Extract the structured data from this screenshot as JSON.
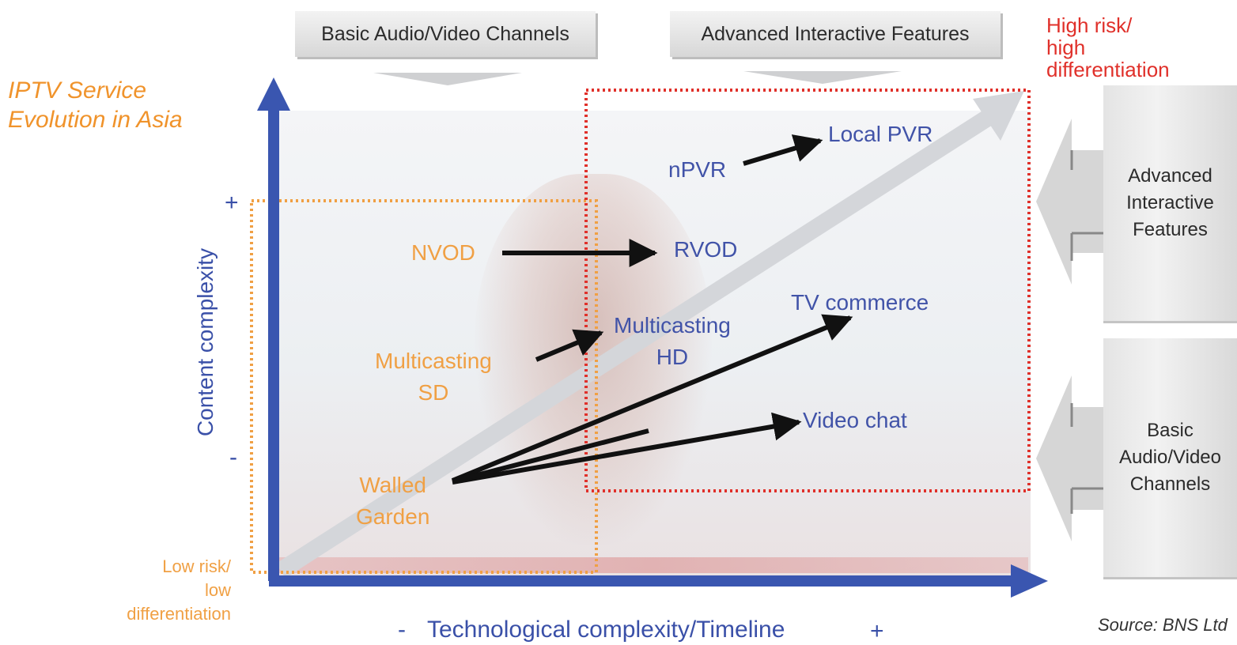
{
  "title": "IPTV Service\nEvolution in Asia",
  "top_banners": {
    "left": "Basic Audio/Video Channels",
    "right": "Advanced Interactive Features"
  },
  "side_panels": {
    "upper": "Advanced\nInteractive\nFeatures",
    "lower": "Basic\nAudio/Video\nChannels"
  },
  "corner_labels": {
    "high": "High risk/\nhigh\ndifferentiation",
    "low": "Low risk/\nlow\ndifferentiation"
  },
  "axes": {
    "y_title": "Content complexity",
    "x_title": "Technological complexity/Timeline",
    "y_plus": "+",
    "y_minus": "-",
    "x_minus": "-",
    "x_plus": "+"
  },
  "nodes": {
    "nvod": "NVOD",
    "multicasting_sd": "Multicasting\nSD",
    "walled_garden": "Walled\nGarden",
    "rvod": "RVOD",
    "npvr": "nPVR",
    "local_pvr": "Local PVR",
    "multicasting_hd": "Multicasting\nHD",
    "tv_commerce": "TV commerce",
    "video_chat": "Video chat"
  },
  "source": "Source: BNS Ltd",
  "colors": {
    "axis_blue": "#3a56b0",
    "orange": "#f0a044",
    "red_dotted": "#e0302a",
    "black_arrow": "#111111",
    "gray_arrow": "#d4d6da"
  }
}
